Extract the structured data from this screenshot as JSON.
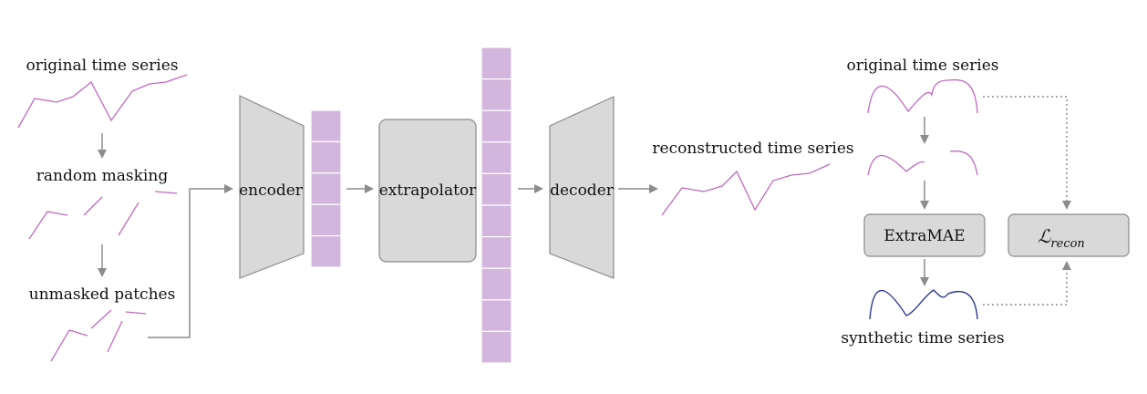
{
  "colors": {
    "series": "#c06ac0",
    "synthetic": "#2f3a8f",
    "token": "#d2b6de",
    "block_fill": "#d9d9d9",
    "block_stroke": "#8a8a8a",
    "arrow": "#8c8c8c"
  },
  "left": {
    "original_label": "original time series",
    "masking_label": "random masking",
    "unmasked_label": "unmasked patches"
  },
  "blocks": {
    "encoder": "encoder",
    "extrapolator": "extrapolator",
    "decoder": "decoder"
  },
  "middle": {
    "reconstructed_label": "reconstructed time series"
  },
  "right": {
    "original_label": "original time series",
    "extramae_label": "ExtraMAE",
    "loss_main": "ℒ",
    "loss_sub": "recon",
    "synthetic_label": "synthetic time series"
  }
}
